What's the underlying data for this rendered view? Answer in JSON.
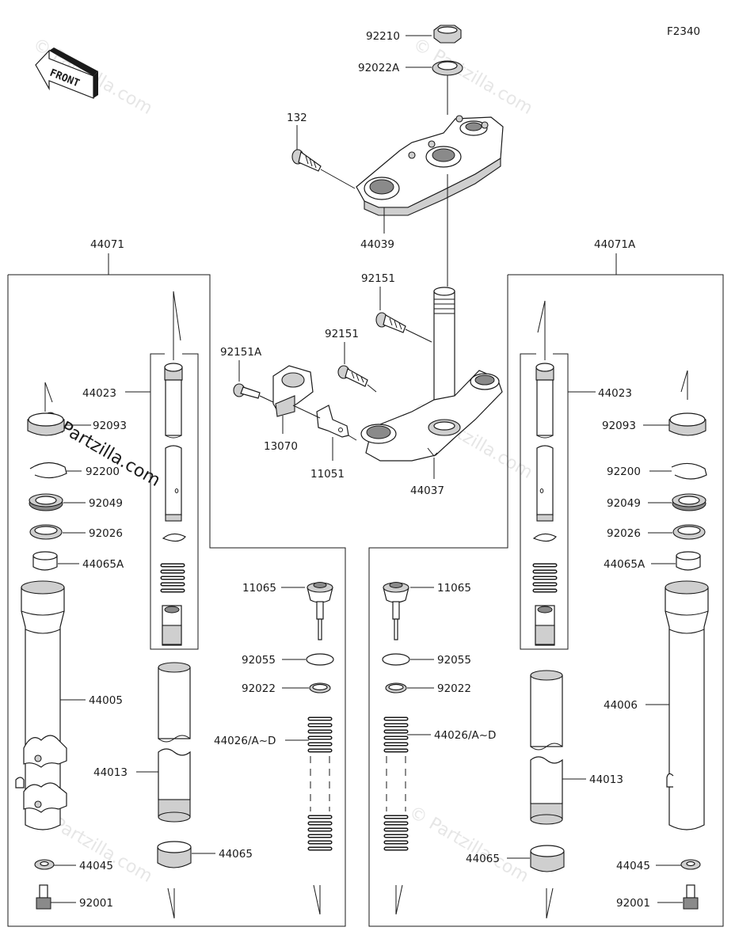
{
  "diagram_code": "F2340",
  "front_arrow_label": "FRONT",
  "watermarks": [
    "© Partzilla.com"
  ],
  "parts": {
    "nut_top": "92210",
    "washer_top": "92022A",
    "bolt_upper": "132",
    "upper_clamp": "44039",
    "fork_assy_left": "44071",
    "fork_assy_right": "44071A",
    "bolt_stem_a": "92151",
    "bolt_stem_b": "92151",
    "bolt_small": "92151A",
    "bracket_a": "13070",
    "bracket_b": "11051",
    "stem": "44037",
    "inner_tube_l": "44023",
    "inner_tube_r": "44023",
    "dust_seal_l": "92093",
    "dust_seal_r": "92093",
    "circlip_l": "92200",
    "circlip_r": "92200",
    "oil_seal_l": "92049",
    "oil_seal_r": "92049",
    "washer_l": "92026",
    "washer_r": "92026",
    "guide_l": "44065A",
    "guide_r": "44065A",
    "outer_tube_l": "44005",
    "outer_tube_r": "44006",
    "cylinder_l": "44013",
    "cylinder_r": "44013",
    "bush_l": "44065",
    "bush_r": "44065",
    "gasket_l": "44045",
    "gasket_r": "44045",
    "bolt_bottom_l": "92001",
    "bolt_bottom_r": "92001",
    "cap_l": "11065",
    "cap_r": "11065",
    "oring_l": "92055",
    "oring_r": "92055",
    "ring_l": "92022",
    "ring_r": "92022",
    "spring_l": "44026/A~D",
    "spring_r": "44026/A~D"
  }
}
